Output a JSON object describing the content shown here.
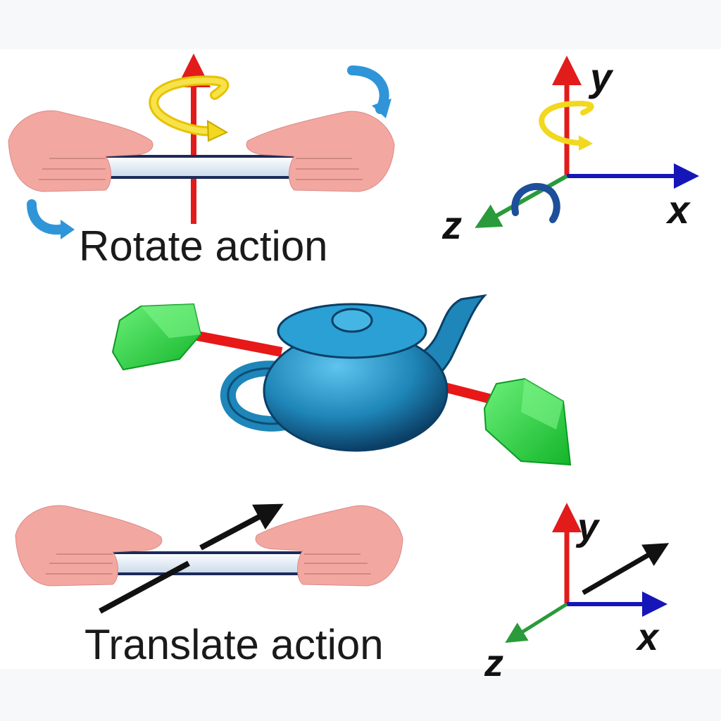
{
  "captions": {
    "rotate": "Rotate action",
    "translate": "Translate action"
  },
  "axes": {
    "x": "x",
    "y": "y",
    "z": "z"
  },
  "colors": {
    "x_axis": "#1616b8",
    "y_axis": "#e21b1b",
    "z_axis": "#2a9a3a",
    "rotation_loop": "#f2d81e",
    "curved_arrow": "#2f95d8",
    "teapot": "#1e86b8",
    "handle_cube": "#22d43a",
    "handle_rod": "#e81818",
    "hand": "#f2a8a0",
    "device": "#e3edf7"
  },
  "icons": [
    "hand-icon",
    "tablet-device-icon",
    "curved-arrow-icon",
    "rotation-loop-icon",
    "teapot-icon",
    "cube-handle-icon"
  ]
}
